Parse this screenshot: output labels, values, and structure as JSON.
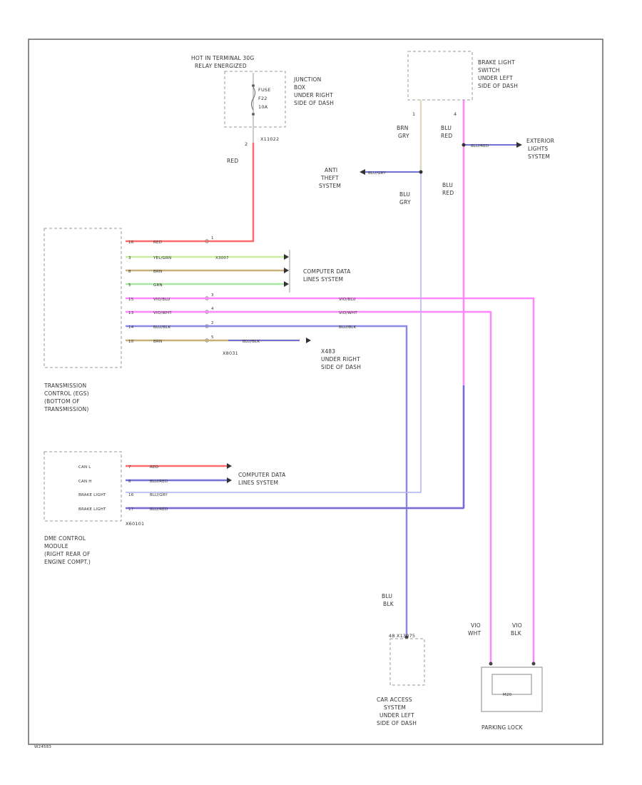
{
  "colors": {
    "red": "#ff6b6b",
    "yel_grn": "#c8f0a0",
    "brn": "#c8b07a",
    "grn": "#a8e8a0",
    "violet": "#ff88ff",
    "blu_blk": "#8a8ae6",
    "blu_red": "#7070d8",
    "brn_gry": "#e0d8c0",
    "blu_gry": "#b0b0f0"
  },
  "fuse": {
    "hot_label_1": "HOT IN TERMINAL 30G",
    "hot_label_2": "RELAY ENERGIZED",
    "fuse_name": "FUSE",
    "fuse_id": "F22",
    "fuse_rating": "10A",
    "junction_box": [
      "JUNCTION",
      "BOX",
      "UNDER RIGHT",
      "SIDE OF DASH"
    ],
    "pin": "2",
    "conn": "X11022",
    "wire": "RED"
  },
  "brake_switch": {
    "label": [
      "BRAKE LIGHT",
      "SWITCH",
      "UNDER LEFT",
      "SIDE OF DASH"
    ],
    "pin_left": "1",
    "pin_right": "4",
    "wire_left": [
      "BRN",
      "GRY"
    ],
    "wire_right": [
      "BLU",
      "RED"
    ],
    "wire_left_lower": [
      "BLU",
      "GRY"
    ],
    "wire_right_lower": [
      "BLU",
      "RED"
    ]
  },
  "anti_theft": {
    "label": [
      "ANTI",
      "THEFT",
      "SYSTEM"
    ],
    "wire": "BLU/GRY"
  },
  "exterior_lights": {
    "label": [
      "EXTERIOR",
      "LIGHTS",
      "SYSTEM"
    ],
    "wire": "BLU/RED"
  },
  "tcu": {
    "label": [
      "TRANSMISSION",
      "CONTROL (EGS)",
      "(BOTTOM OF",
      "TRANSMISSION)"
    ],
    "pins": [
      "16",
      "3",
      "8",
      "5",
      "15",
      "13",
      "14",
      "10"
    ],
    "wires": [
      "RED",
      "YEL/GRN",
      "BRN",
      "GRN",
      "VIO/BLU",
      "VIO/WHT",
      "BLU/BLK",
      "BRN"
    ],
    "inline_pins": [
      "1",
      "",
      "",
      "",
      "3",
      "4",
      "2",
      "5"
    ],
    "inline_conn": "X8031",
    "mid_wires": [
      "",
      "X3007",
      "",
      "",
      "VIO/BLU",
      "VIO/WHT",
      "BLU/BLK",
      "BLU/BLK"
    ]
  },
  "comp_data_1": {
    "label": [
      "COMPUTER DATA",
      "LINES SYSTEM"
    ]
  },
  "ground": {
    "label": [
      "X483",
      "UNDER RIGHT",
      "SIDE OF DASH"
    ]
  },
  "dme": {
    "label": [
      "DME CONTROL",
      "MODULE",
      "(RIGHT REAR OF",
      "ENGINE COMPT.)"
    ],
    "rows": [
      "CAN L",
      "CAN H",
      "BRAKE LIGHT",
      "BRAKE LIGHT"
    ],
    "pins": [
      "7",
      "8",
      "16",
      "17"
    ],
    "wires": [
      "RED",
      "BLU/RED",
      "BLU/GRY",
      "BLU/RED"
    ],
    "conn": "X60101"
  },
  "comp_data_2": {
    "label": [
      "COMPUTER DATA",
      "LINES SYSTEM"
    ]
  },
  "car_access": {
    "label": [
      "CAR ACCESS",
      "SYSTEM",
      "UNDER LEFT",
      "SIDE OF DASH"
    ],
    "top": "48   X13075",
    "wire": [
      "BLU",
      "BLK"
    ]
  },
  "park_lock": {
    "label": "PARKING LOCK",
    "inner": "M20",
    "wire_left": [
      "VIO",
      "WHT"
    ],
    "wire_right": [
      "VIO",
      "BLK"
    ]
  },
  "footer": {
    "code": "W24583"
  }
}
